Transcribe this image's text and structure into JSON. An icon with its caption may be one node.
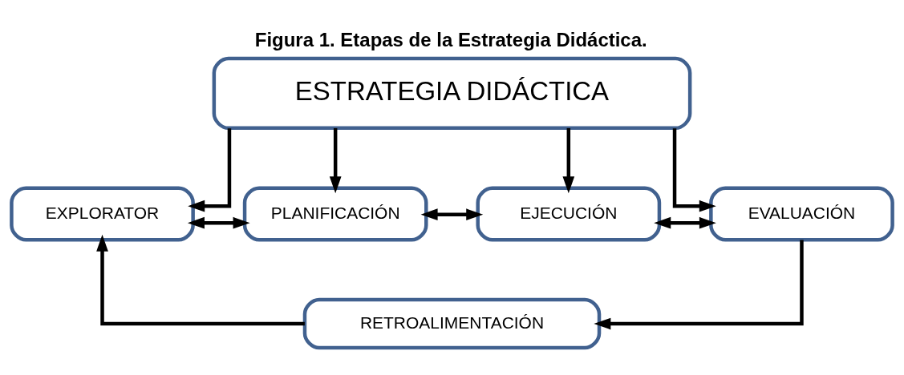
{
  "diagram": {
    "title": "Figura 1. Etapas de la Estrategia Didáctica.",
    "nodes": [
      {
        "text": [
          "ESTRATEGIA DIDÁCTICA"
        ]
      },
      {
        "text": [
          "EXPLORATOR"
        ]
      },
      {
        "text": [
          "PLANIFICACIÓN"
        ]
      },
      {
        "text": [
          "EJECUCIÓN"
        ]
      },
      {
        "text": [
          "EVALUACIÓN"
        ]
      },
      {
        "text": [
          "RETROALIMENTACIÓN"
        ]
      }
    ],
    "edges": [
      {
        "from": 0,
        "to": 1,
        "arrow": "to"
      },
      {
        "from": 0,
        "to": 2,
        "arrow": "to"
      },
      {
        "from": 0,
        "to": 3,
        "arrow": "to"
      },
      {
        "from": 0,
        "to": 4,
        "arrow": "to"
      },
      {
        "from": 1,
        "to": 2,
        "arrow": "both"
      },
      {
        "from": 2,
        "to": 3,
        "arrow": "both"
      },
      {
        "from": 3,
        "to": 4,
        "arrow": "both"
      },
      {
        "from": 4,
        "to": 5,
        "arrow": "to"
      },
      {
        "from": 5,
        "to": 1,
        "arrow": "to"
      }
    ]
  }
}
